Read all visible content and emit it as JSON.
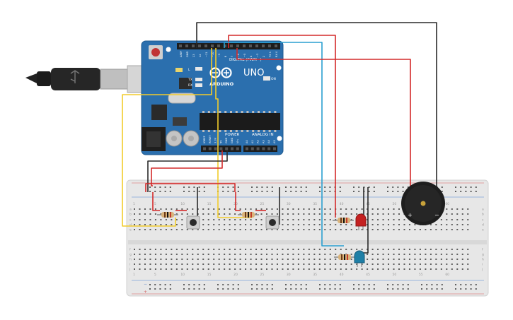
{
  "arduino": {
    "brand": "ARDUINO",
    "model": "UNO",
    "digital_header": "DIGITAL (PWM~)",
    "power_header": "POWER",
    "analog_header": "ANALOG IN",
    "on_label": "ON",
    "led_l": "L",
    "led_tx": "TX",
    "led_rx": "RX",
    "digital_pins": [
      "AREF",
      "GND",
      "13",
      "12",
      "~11",
      "~10",
      "~9",
      "8",
      "7",
      "~6",
      "~5",
      "4",
      "~3",
      "2",
      "TX 1",
      "RX 0"
    ],
    "power_pins": [
      "IOREF",
      "RESET",
      "3.3V",
      "5V",
      "GND",
      "GND",
      "Vin"
    ],
    "analog_pins": [
      "A0",
      "A1",
      "A2",
      "A3",
      "A4",
      "A5"
    ]
  },
  "breadboard": {
    "column_numbers": [
      "1",
      "5",
      "10",
      "15",
      "20",
      "25",
      "30",
      "35",
      "40",
      "45",
      "50",
      "55",
      "60"
    ],
    "row_letters_top": [
      "a",
      "b",
      "c",
      "d",
      "e"
    ],
    "row_letters_bottom": [
      "f",
      "g",
      "h",
      "i",
      "j"
    ],
    "rail_plus": "+",
    "rail_minus": "−"
  },
  "buzzer": {
    "plus": "+",
    "minus": "−"
  },
  "colors": {
    "board": "#2b6fae",
    "breadboard": "#e7e7e7",
    "wire_red": "#d42a2a",
    "wire_black": "#2a2a2a",
    "wire_yellow": "#f2cc2b",
    "wire_blue": "#2a9fd0",
    "led_red": "#c42121",
    "led_blue": "#1f7fa6"
  }
}
